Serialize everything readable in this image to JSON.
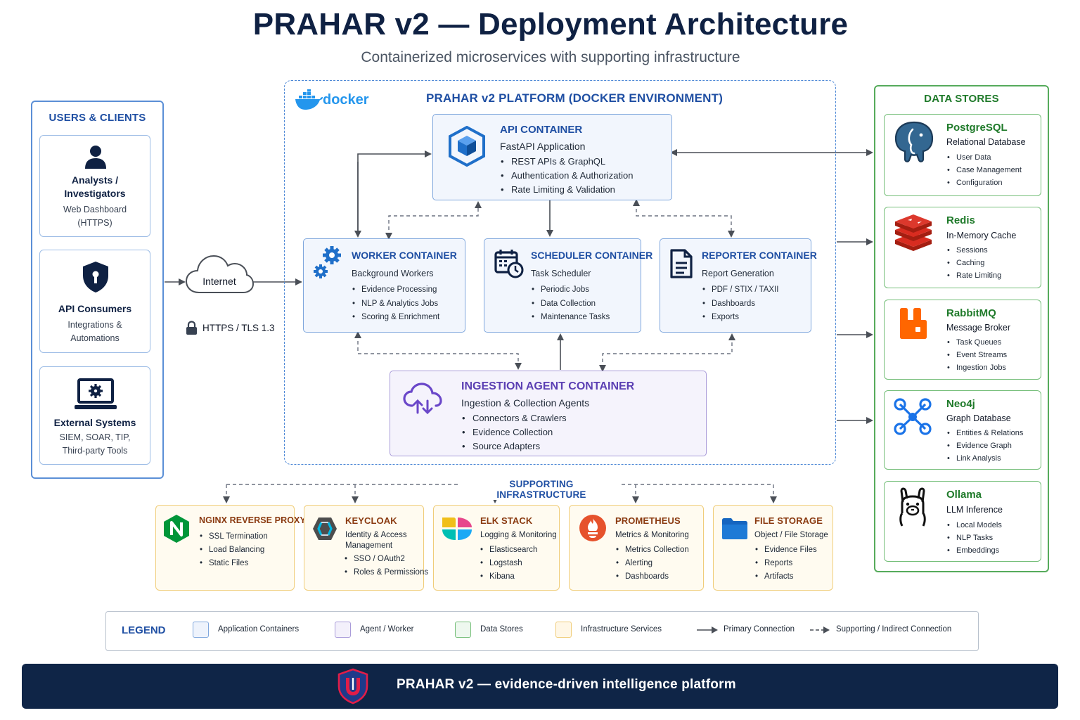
{
  "header": {
    "title": "PRAHAR v2 — Deployment Architecture",
    "subtitle": "Containerized microservices with supporting infrastructure"
  },
  "users": {
    "heading": "USERS & CLIENTS",
    "cards": [
      {
        "title": "Analysts / Investigators",
        "desc": "Web Dashboard (HTTPS)",
        "icon": "user-icon"
      },
      {
        "title": "API Consumers",
        "desc": "Integrations & Automations",
        "icon": "shield-icon"
      },
      {
        "title": "External Systems",
        "desc": "SIEM, SOAR, TIP, Third-party Tools",
        "icon": "laptop-gear-icon"
      }
    ]
  },
  "network": {
    "internet_label": "Internet",
    "protocol_label": "HTTPS / TLS 1.3"
  },
  "platform": {
    "docker_logo_text": "docker",
    "title": "PRAHAR v2 PLATFORM (DOCKER ENVIRONMENT)",
    "api": {
      "title": "API CONTAINER",
      "subtitle": "FastAPI Application",
      "items": [
        "REST APIs & GraphQL",
        "Authentication & Authorization",
        "Rate Limiting & Validation"
      ]
    },
    "worker": {
      "title": "WORKER CONTAINER",
      "subtitle": "Background Workers",
      "items": [
        "Evidence Processing",
        "NLP & Analytics Jobs",
        "Scoring & Enrichment"
      ]
    },
    "scheduler": {
      "title": "SCHEDULER CONTAINER",
      "subtitle": "Task Scheduler",
      "items": [
        "Periodic Jobs",
        "Data Collection",
        "Maintenance Tasks"
      ]
    },
    "reporter": {
      "title": "REPORTER CONTAINER",
      "subtitle": "Report Generation",
      "items": [
        "PDF / STIX / TAXII",
        "Dashboards",
        "Exports"
      ]
    },
    "ingestion": {
      "title": "INGESTION AGENT CONTAINER",
      "subtitle": "Ingestion & Collection Agents",
      "items": [
        "Connectors & Crawlers",
        "Evidence Collection",
        "Source Adapters"
      ]
    }
  },
  "data_stores": {
    "heading": "DATA STORES",
    "stores": [
      {
        "name": "PostgreSQL",
        "type": "Relational Database",
        "items": [
          "User Data",
          "Case Management",
          "Configuration"
        ],
        "icon": "elephant-icon"
      },
      {
        "name": "Redis",
        "type": "In-Memory Cache",
        "items": [
          "Sessions",
          "Caching",
          "Rate Limiting"
        ],
        "icon": "redis-icon"
      },
      {
        "name": "RabbitMQ",
        "type": "Message Broker",
        "items": [
          "Task Queues",
          "Event Streams",
          "Ingestion Jobs"
        ],
        "icon": "rabbitmq-icon"
      },
      {
        "name": "Neo4j",
        "type": "Graph Database",
        "items": [
          "Entities & Relations",
          "Evidence Graph",
          "Link Analysis"
        ],
        "icon": "graph-icon"
      },
      {
        "name": "Ollama",
        "type": "LLM Inference",
        "items": [
          "Local Models",
          "NLP Tasks",
          "Embeddings"
        ],
        "icon": "llama-icon"
      }
    ]
  },
  "infrastructure": {
    "heading": "SUPPORTING INFRASTRUCTURE",
    "services": [
      {
        "title": "NGINX REVERSE PROXY",
        "subtitle": "",
        "items": [
          "SSL Termination",
          "Load Balancing",
          "Static Files"
        ],
        "icon": "nginx-icon"
      },
      {
        "title": "KEYCLOAK",
        "subtitle": "Identity & Access Management",
        "items": [
          "SSO / OAuth2",
          "Roles & Permissions"
        ],
        "icon": "keycloak-icon"
      },
      {
        "title": "ELK STACK",
        "subtitle": "Logging & Monitoring",
        "items": [
          "Elasticsearch",
          "Logstash",
          "Kibana"
        ],
        "icon": "elastic-icon"
      },
      {
        "title": "PROMETHEUS",
        "subtitle": "Metrics & Monitoring",
        "items": [
          "Metrics Collection",
          "Alerting",
          "Dashboards"
        ],
        "icon": "prometheus-icon"
      },
      {
        "title": "FILE STORAGE",
        "subtitle": "Object / File Storage",
        "items": [
          "Evidence Files",
          "Reports",
          "Artifacts"
        ],
        "icon": "folder-icon"
      }
    ]
  },
  "legend": {
    "title": "LEGEND",
    "items": [
      {
        "label": "Application Containers",
        "color": "#eef3fc"
      },
      {
        "label": "Agent / Worker",
        "color": "#f3f0fb"
      },
      {
        "label": "Data Stores",
        "color": "#eef8ef"
      },
      {
        "label": "Infrastructure Services",
        "color": "#fff7e6"
      },
      {
        "label": "Primary Connection"
      },
      {
        "label": "Supporting / Indirect Connection"
      }
    ]
  },
  "footer": {
    "text": "PRAHAR v2 — evidence-driven intelligence platform"
  },
  "colors": {
    "navy": "#0f2143",
    "blue": "#1f4fa3",
    "green": "#1f7a2a",
    "purple": "#5b3fb3",
    "footer_bg": "#0f2547"
  }
}
